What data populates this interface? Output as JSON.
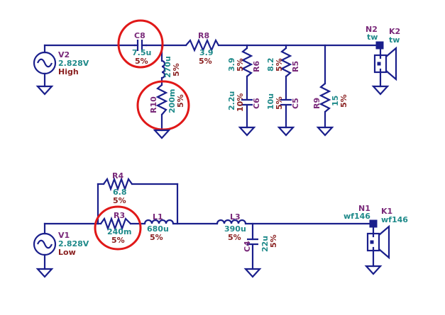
{
  "top": {
    "v2": {
      "ref": "V2",
      "value": "2.828V",
      "name": "High"
    },
    "c8": {
      "ref": "C8",
      "value": "7.5u",
      "tol": "5%"
    },
    "r8": {
      "ref": "R8",
      "value": "3.9",
      "tol": "5%"
    },
    "l_shunt": {
      "value": "270u",
      "tol": "5%"
    },
    "r10": {
      "ref": "R10",
      "value": "200m",
      "tol": "5%"
    },
    "r6": {
      "ref": "R6",
      "value": "3.9",
      "tol": "5%"
    },
    "c6": {
      "ref": "C6",
      "value": "2.2u",
      "tol": "10%"
    },
    "r5": {
      "ref": "R5",
      "value": "8.2",
      "tol": "5%"
    },
    "c5": {
      "ref": "C5",
      "value": "10u",
      "tol": "5%"
    },
    "r9": {
      "ref": "R9",
      "value": "15",
      "tol": "5%"
    },
    "n2": {
      "ref": "N2",
      "net": "tw"
    },
    "k2": {
      "ref": "K2",
      "net": "tw"
    }
  },
  "bottom": {
    "v1": {
      "ref": "V1",
      "value": "2.828V",
      "name": "Low"
    },
    "r4": {
      "ref": "R4",
      "value": "6.8",
      "tol": "5%"
    },
    "r3": {
      "ref": "R3",
      "value": "240m",
      "tol": "5%"
    },
    "l1": {
      "ref": "L1",
      "value": "680u",
      "tol": "5%"
    },
    "l3": {
      "ref": "L3",
      "value": "390u",
      "tol": "5%"
    },
    "c4": {
      "ref": "C4",
      "value": "22u",
      "tol": "5%"
    },
    "n1": {
      "ref": "N1",
      "net": "wf146"
    },
    "k1": {
      "ref": "K1",
      "net": "wf146"
    }
  },
  "colors": {
    "wire": "#1a1f8c",
    "ref_text": "#7a2a7a",
    "value_text": "#1f8a8a",
    "tolerance_text": "#8a2020",
    "highlight": "#e01818"
  }
}
